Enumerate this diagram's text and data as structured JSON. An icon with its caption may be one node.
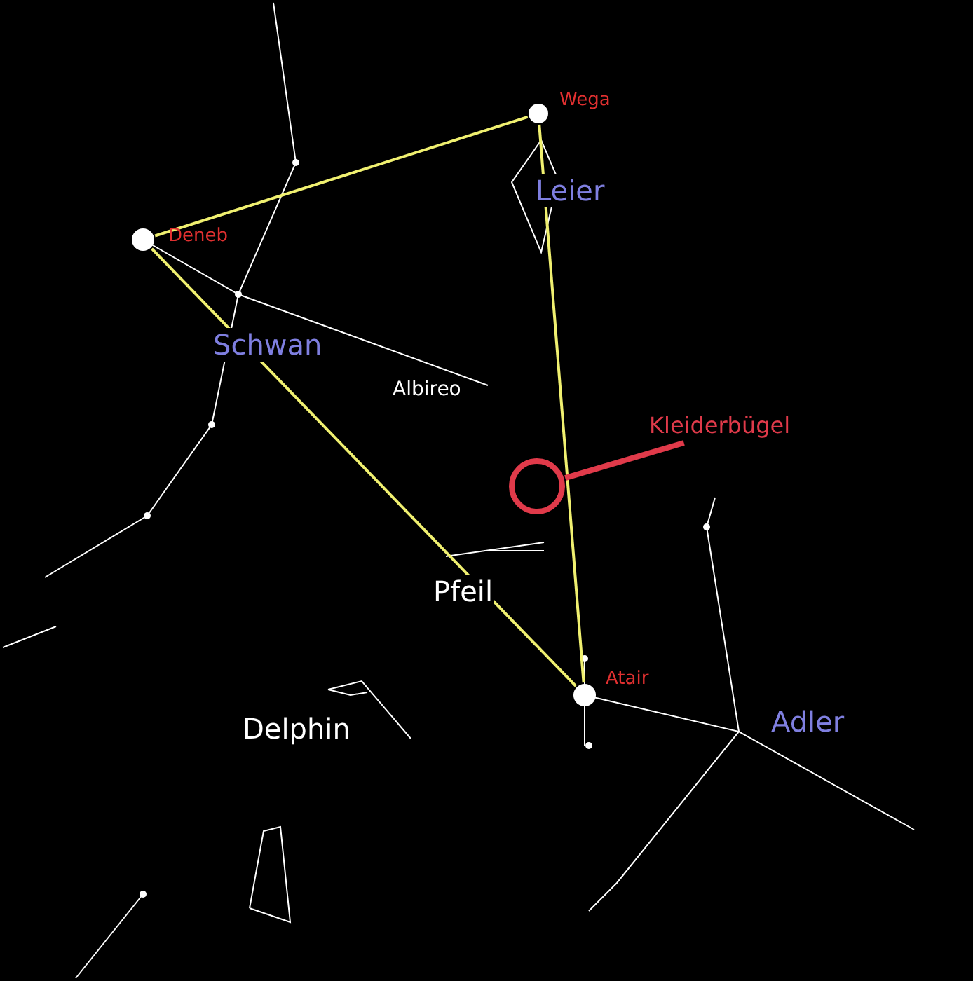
{
  "diagram": {
    "nodes": [
      {
        "text": [],
        "shape": "circle",
        "beside": [
          "Wega"
        ]
      },
      {
        "text": [],
        "shape": "circle",
        "beside": [
          "Deneb"
        ]
      },
      {
        "text": [],
        "shape": "circle",
        "beside": [
          "Atair"
        ]
      },
      {
        "text": [
          "Kleiderbügel"
        ]
      },
      {
        "text": [],
        "shape": "circle"
      }
    ],
    "edges": [
      {
        "from": 0,
        "to": 1,
        "arrow": "none"
      },
      {
        "from": 0,
        "to": 2,
        "arrow": "none"
      },
      {
        "from": 1,
        "to": 2,
        "arrow": "none"
      },
      {
        "from": 3,
        "to": 4,
        "arrow": "none",
        "color": "#e03a4a",
        "style": "thick"
      }
    ],
    "labels": [
      "Leier",
      "Schwan",
      "Albireo",
      "Pfeil",
      "Delphin",
      "Adler"
    ]
  }
}
